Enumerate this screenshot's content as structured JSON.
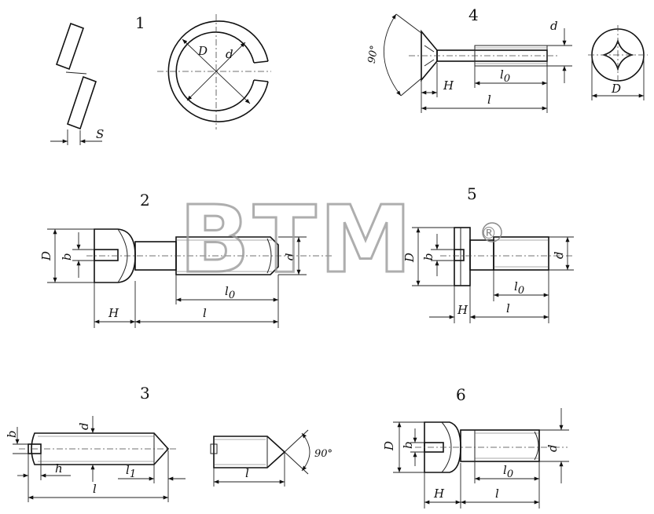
{
  "figures": {
    "f1": {
      "number": "1",
      "labels": {
        "S": "S",
        "D": "D",
        "d": "d"
      }
    },
    "f2": {
      "number": "2",
      "labels": {
        "D": "D",
        "b": "b",
        "d": "d",
        "l0": "l",
        "l0_sub": "0",
        "H": "H",
        "l": "l"
      }
    },
    "f3": {
      "number": "3",
      "labels": {
        "b": "b",
        "d": "d",
        "h": "h",
        "l1": "l",
        "l1_sub": "1",
        "l": "l",
        "l_tip": "l",
        "angle": "90°"
      }
    },
    "f4": {
      "number": "4",
      "labels": {
        "angle": "90°",
        "d": "d",
        "H": "H",
        "l0": "l",
        "l0_sub": "0",
        "l": "l",
        "D": "D"
      }
    },
    "f5": {
      "number": "5",
      "labels": {
        "D": "D",
        "b": "b",
        "d": "d",
        "l0": "l",
        "l0_sub": "0",
        "H": "H",
        "l": "l"
      }
    },
    "f6": {
      "number": "6",
      "labels": {
        "D": "D",
        "b": "b",
        "d": "d",
        "l0": "l",
        "l0_sub": "0",
        "H": "H",
        "l": "l"
      }
    }
  },
  "watermark": {
    "text": "BTM",
    "mark": "®"
  },
  "colors": {
    "line": "#111111",
    "watermark": "#9a9a9a"
  }
}
